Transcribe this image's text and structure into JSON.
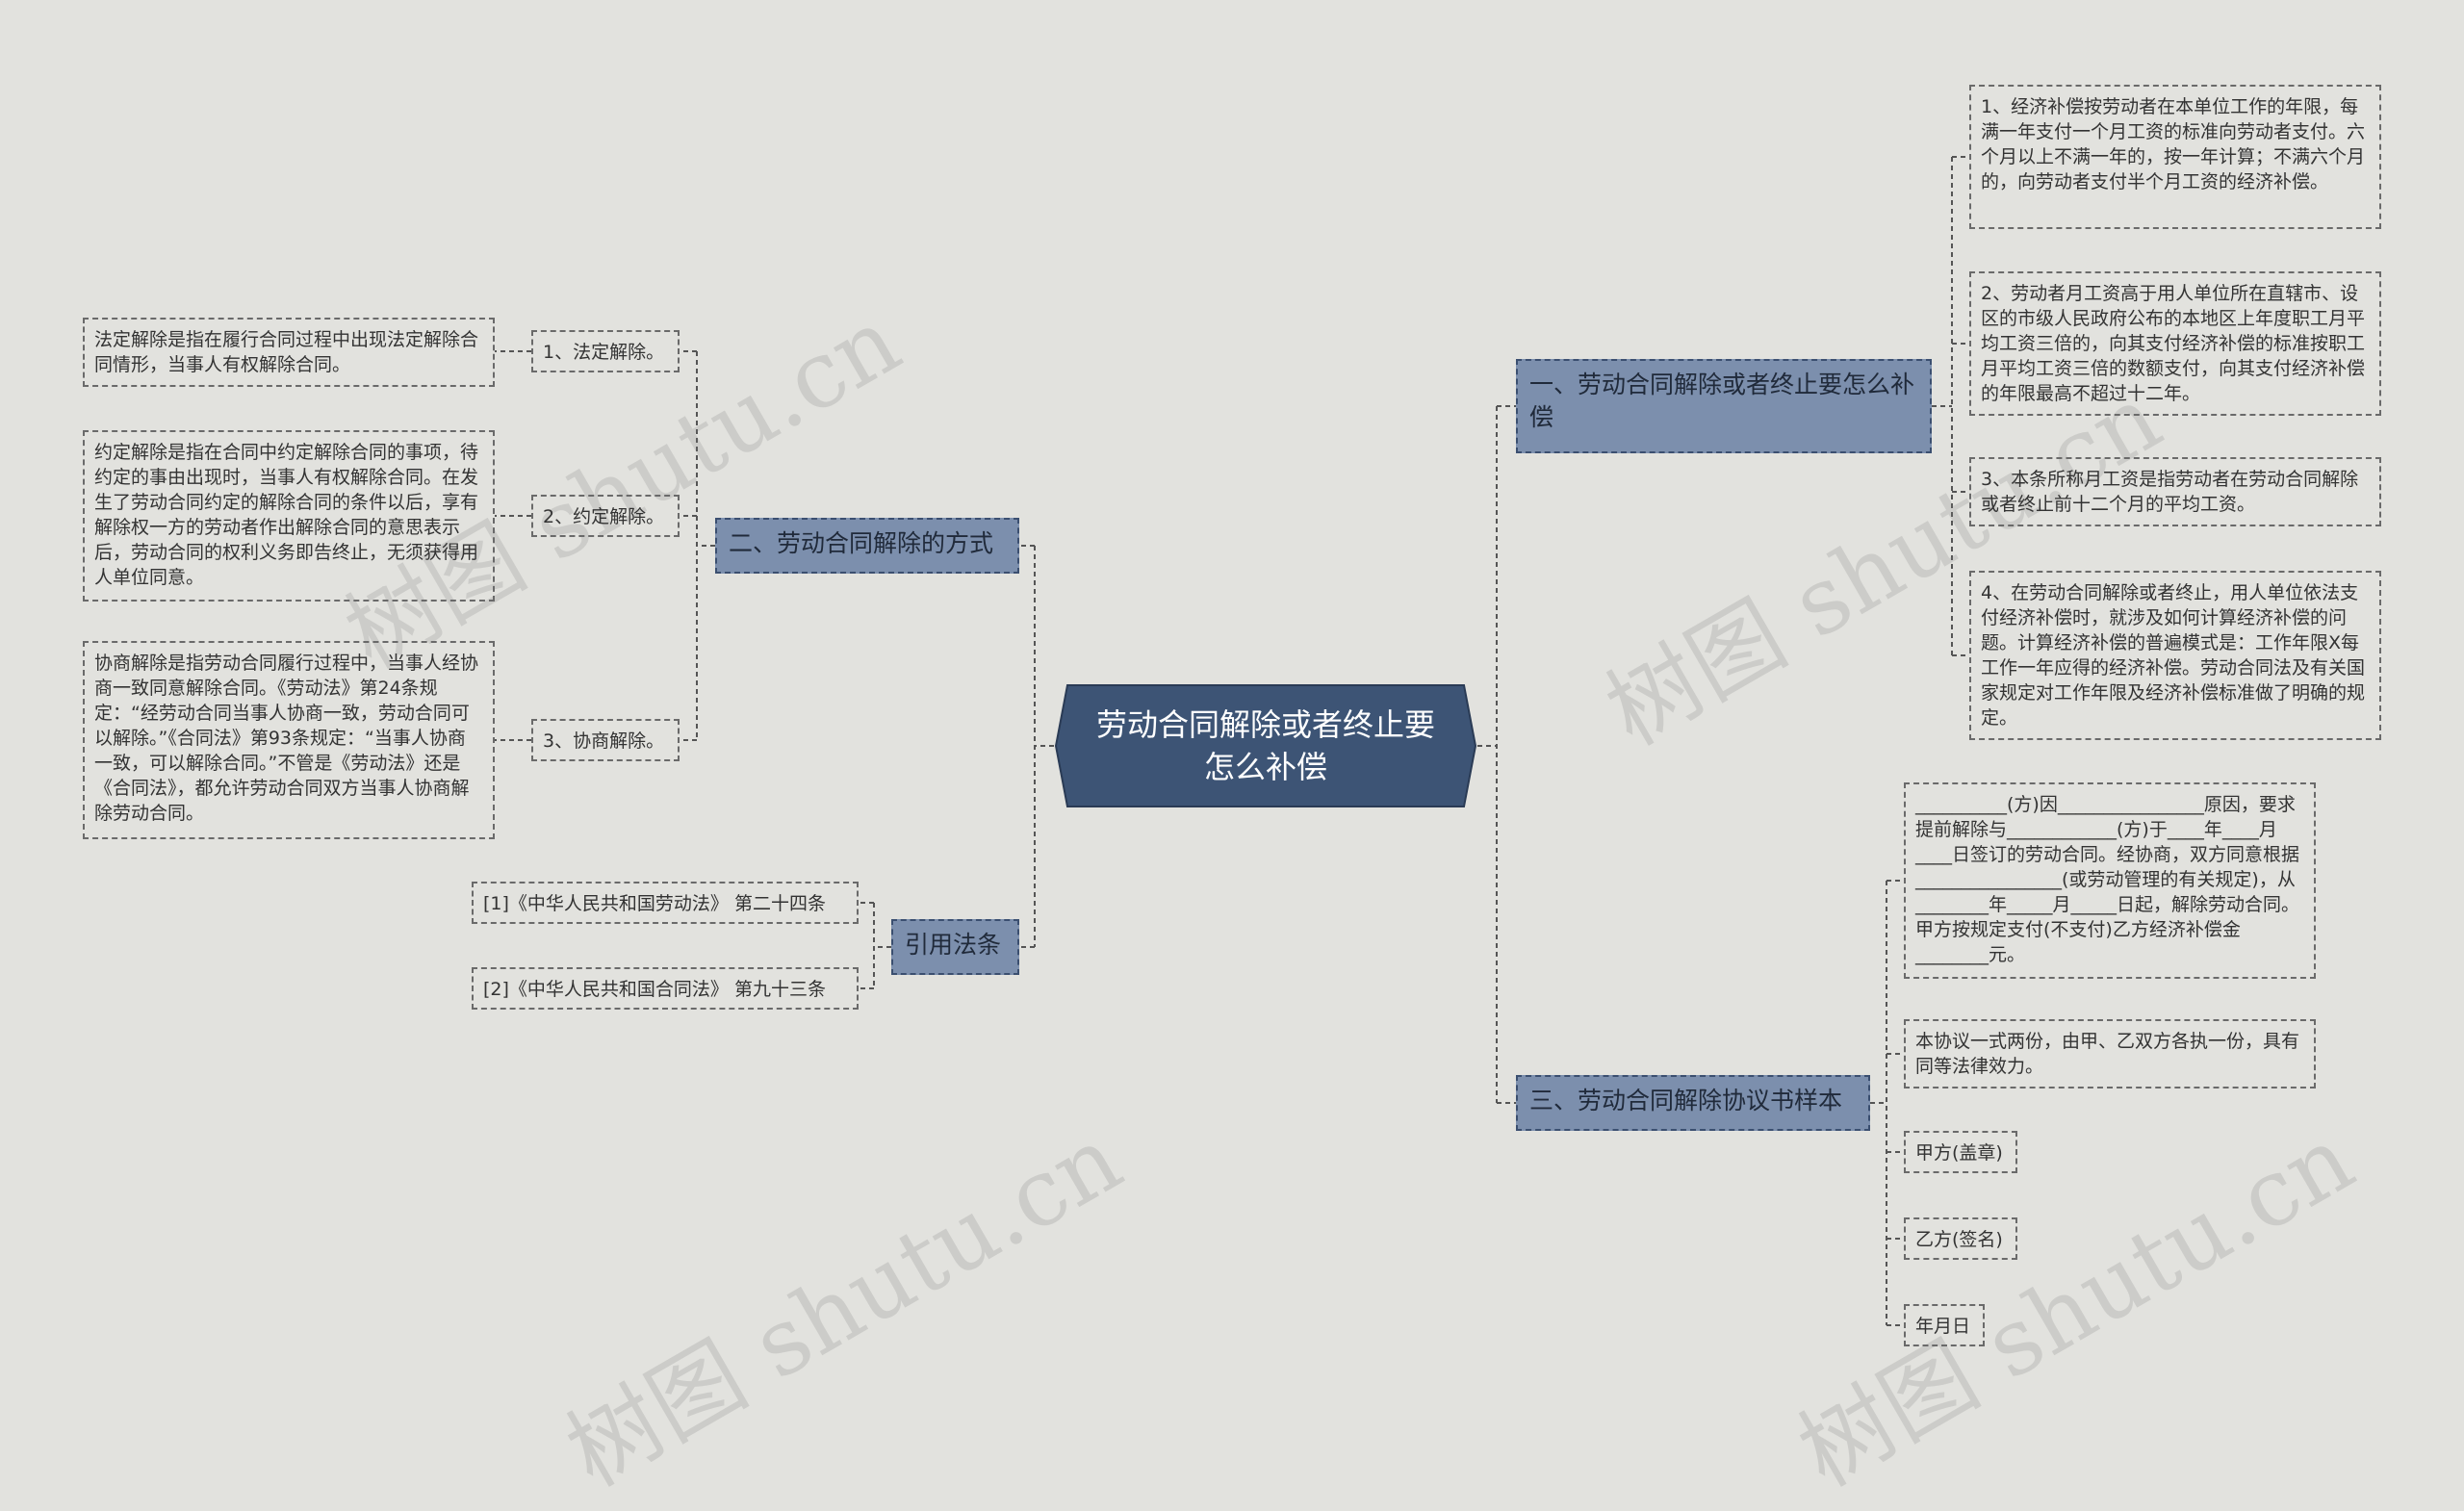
{
  "center": {
    "title": "劳动合同解除或者终止要怎么补偿"
  },
  "colors": {
    "background": "#e2e2de",
    "center_fill": "#3d5475",
    "branch_fill": "#7c8fad",
    "line": "#555555"
  },
  "watermark": "树图 shutu.cn",
  "left_branches": [
    {
      "label": "二、劳动合同解除的方式",
      "children": [
        {
          "label": "1、法定解除。",
          "detail": "法定解除是指在履行合同过程中出现法定解除合同情形，当事人有权解除合同。"
        },
        {
          "label": "2、约定解除。",
          "detail": "约定解除是指在合同中约定解除合同的事项，待约定的事由出现时，当事人有权解除合同。在发生了劳动合同约定的解除合同的条件以后，享有解除权一方的劳动者作出解除合同的意思表示后，劳动合同的权利义务即告终止，无须获得用人单位同意。"
        },
        {
          "label": "3、协商解除。",
          "detail": "协商解除是指劳动合同履行过程中，当事人经协商一致同意解除合同。《劳动法》第24条规定：“经劳动合同当事人协商一致，劳动合同可以解除。”《合同法》第93条规定：“当事人协商一致，可以解除合同。”不管是《劳动法》还是《合同法》，都允许劳动合同双方当事人协商解除劳动合同。"
        }
      ]
    },
    {
      "label": "引用法条",
      "children": [
        {
          "label": "[1]《中华人民共和国劳动法》 第二十四条"
        },
        {
          "label": "[2]《中华人民共和国合同法》 第九十三条"
        }
      ]
    }
  ],
  "right_branches": [
    {
      "label": "一、劳动合同解除或者终止要怎么补偿",
      "children": [
        "1、经济补偿按劳动者在本单位工作的年限，每满一年支付一个月工资的标准向劳动者支付。六个月以上不满一年的，按一年计算；不满六个月的，向劳动者支付半个月工资的经济补偿。",
        "2、劳动者月工资高于用人单位所在直辖市、设区的市级人民政府公布的本地区上年度职工月平均工资三倍的，向其支付经济补偿的标准按职工月平均工资三倍的数额支付，向其支付经济补偿的年限最高不超过十二年。",
        "3、本条所称月工资是指劳动者在劳动合同解除或者终止前十二个月的平均工资。",
        "4、在劳动合同解除或者终止，用人单位依法支付经济补偿时，就涉及如何计算经济补偿的问题。计算经济补偿的普遍模式是：工作年限X每工作一年应得的经济补偿。劳动合同法及有关国家规定对工作年限及经济补偿标准做了明确的规定。"
      ]
    },
    {
      "label": "三、劳动合同解除协议书样本",
      "children": [
        "__________(方)因________________原因，要求提前解除与____________(方)于____年____月____日签订的劳动合同。经协商，双方同意根据________________(或劳动管理的有关规定)，从________年_____月_____日起，解除劳动合同。甲方按规定支付(不支付)乙方经济补偿金________元。",
        "本协议一式两份，由甲、乙双方各执一份，具有同等法律效力。",
        "甲方(盖章)",
        "乙方(签名)",
        "年月日"
      ]
    }
  ]
}
